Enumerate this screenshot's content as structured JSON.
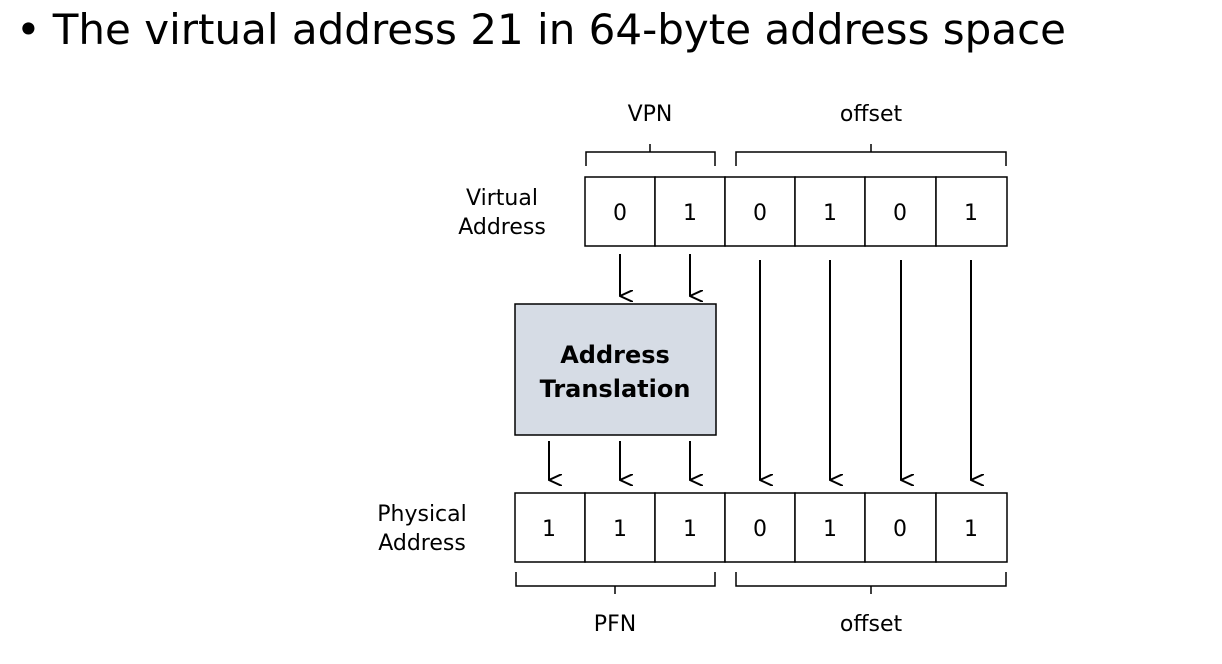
{
  "title": {
    "bullet": "•",
    "text": "The virtual address 21 in 64-byte address space"
  },
  "virtual": {
    "label_line1": "Virtual",
    "label_line2": "Address",
    "vpn_label": "VPN",
    "offset_label": "offset",
    "bits": [
      "0",
      "1",
      "0",
      "1",
      "0",
      "1"
    ]
  },
  "translation": {
    "line1": "Address",
    "line2": "Translation",
    "fill_color": "#d6dce5"
  },
  "physical": {
    "label_line1": "Physical",
    "label_line2": "Address",
    "pfn_label": "PFN",
    "offset_label": "offset",
    "bits": [
      "1",
      "1",
      "1",
      "0",
      "1",
      "0",
      "1"
    ]
  }
}
